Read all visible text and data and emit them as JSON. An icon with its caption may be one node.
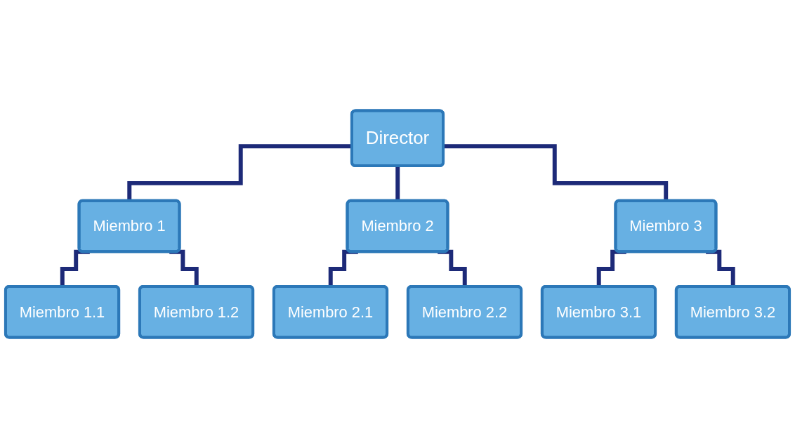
{
  "diagram": {
    "nodes": [
      {
        "text": [
          "Director"
        ]
      },
      {
        "text": [
          "Miembro 1"
        ]
      },
      {
        "text": [
          "Miembro 2"
        ]
      },
      {
        "text": [
          "Miembro 3"
        ]
      },
      {
        "text": [
          "Miembro 1.1"
        ]
      },
      {
        "text": [
          "Miembro 1.2"
        ]
      },
      {
        "text": [
          "Miembro 2.1"
        ]
      },
      {
        "text": [
          "Miembro 2.2"
        ]
      },
      {
        "text": [
          "Miembro 3.1"
        ]
      },
      {
        "text": [
          "Miembro 3.2"
        ]
      }
    ],
    "edges": [
      {
        "from": 0,
        "to": 1,
        "arrow": "none"
      },
      {
        "from": 0,
        "to": 2,
        "arrow": "none"
      },
      {
        "from": 0,
        "to": 3,
        "arrow": "none"
      },
      {
        "from": 1,
        "to": 4,
        "arrow": "none"
      },
      {
        "from": 1,
        "to": 5,
        "arrow": "none"
      },
      {
        "from": 2,
        "to": 6,
        "arrow": "none"
      },
      {
        "from": 2,
        "to": 7,
        "arrow": "none"
      },
      {
        "from": 3,
        "to": 8,
        "arrow": "none"
      },
      {
        "from": 3,
        "to": 9,
        "arrow": "none"
      }
    ]
  }
}
